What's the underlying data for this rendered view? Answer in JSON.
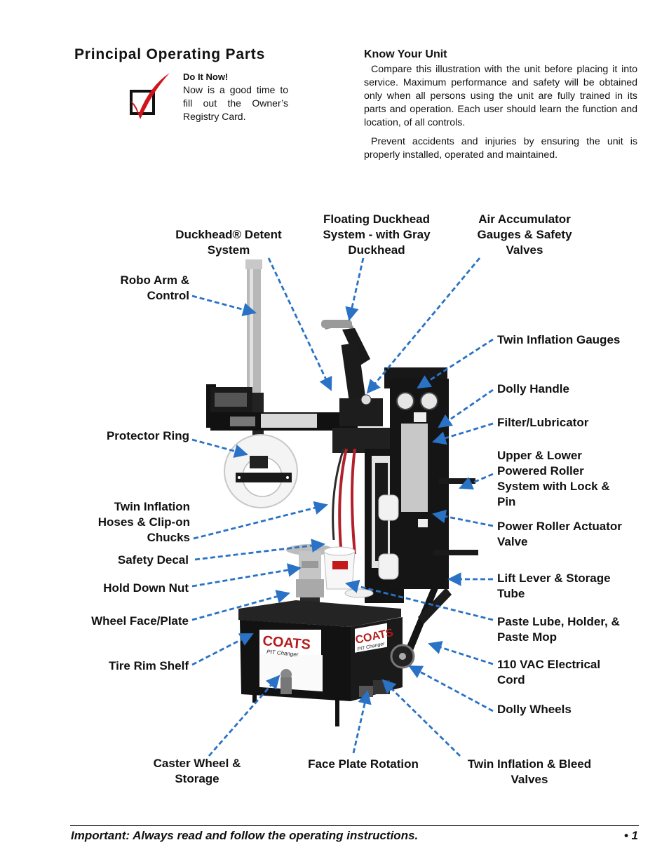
{
  "header": {
    "section_title": "Principal Operating Parts"
  },
  "do_it_now": {
    "title": "Do It Now!",
    "body": "Now is a good time to fill out the Owner’s Registry Card."
  },
  "know_your_unit": {
    "title": "Know Your Unit",
    "paragraphs": [
      "Compare this illustration with the unit before placing it into service. Maximum performance and safety will be obtained only when all persons using the unit are fully trained in its parts and operation. Each user should learn the function and location, of all controls.",
      "Prevent accidents and injuries by ensuring the unit is properly installed, operated and maintained."
    ]
  },
  "machine_branding": {
    "brand": "COATS",
    "model": "PIT Changer"
  },
  "labels": {
    "duckhead_detent": [
      "Duckhead® Detent",
      "System"
    ],
    "floating_duckhead": [
      "Floating Duckhead",
      "System - with Gray",
      "Duckhead"
    ],
    "air_accumulator": [
      "Air Accumulator",
      "Gauges & Safety",
      "Valves"
    ],
    "robo_arm": [
      "Robo Arm &",
      "Control"
    ],
    "twin_gauges": [
      "Twin Inflation Gauges"
    ],
    "dolly_handle": [
      "Dolly Handle"
    ],
    "filter_lubricator": [
      "Filter/Lubricator"
    ],
    "protector_ring": [
      "Protector Ring"
    ],
    "upper_lower_roller": [
      "Upper & Lower",
      "Powered Roller",
      "System with Lock &",
      "Pin"
    ],
    "twin_hoses": [
      "Twin Inflation",
      "Hoses & Clip-on",
      "Chucks"
    ],
    "power_roller_valve": [
      "Power Roller Actuator",
      "Valve"
    ],
    "safety_decal": [
      "Safety Decal"
    ],
    "lift_lever": [
      "Lift Lever & Storage",
      "Tube"
    ],
    "hold_down_nut": [
      "Hold Down Nut"
    ],
    "wheel_face": [
      "Wheel Face/Plate"
    ],
    "paste_lube": [
      "Paste Lube, Holder, &",
      "Paste Mop"
    ],
    "tire_rim_shelf": [
      "Tire Rim Shelf"
    ],
    "electrical_cord": [
      "110 VAC Electrical",
      "Cord"
    ],
    "dolly_wheels": [
      "Dolly Wheels"
    ],
    "caster_wheel": [
      "Caster Wheel &",
      "Storage"
    ],
    "face_plate_rotation": [
      "Face Plate Rotation"
    ],
    "twin_inflation_bleed": [
      "Twin Inflation & Bleed",
      "Valves"
    ]
  },
  "footer": {
    "text": "Important: Always read and follow the operating instructions.",
    "page": "• 1"
  },
  "colors": {
    "leader": "#2a72c6",
    "checkmark": "#d0141b"
  }
}
